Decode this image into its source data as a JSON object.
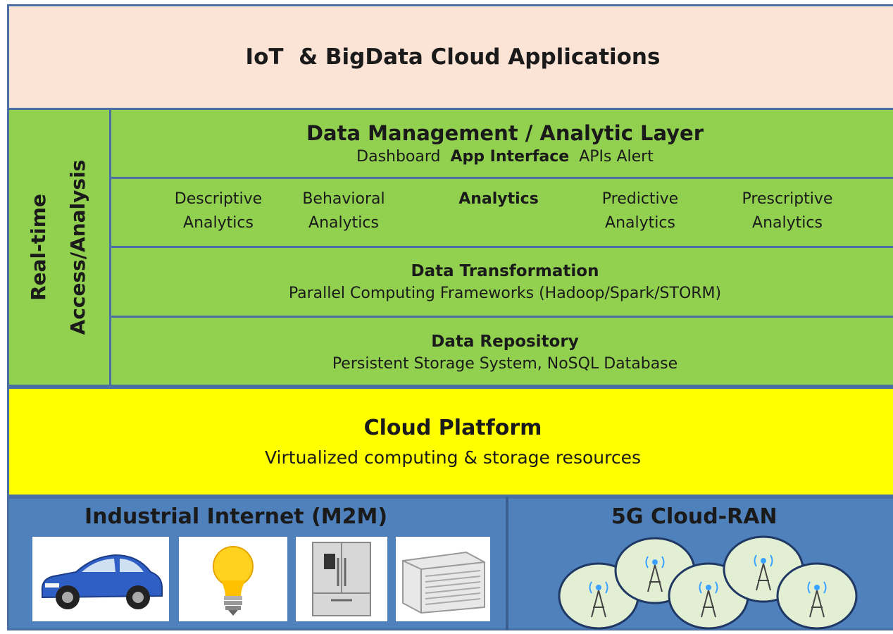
{
  "top": {
    "title": "IoT  & BigData Cloud Applications"
  },
  "side": {
    "line1": "Real-time",
    "line2": "Access/Analysis"
  },
  "management": {
    "title": "Data Management / Analytic Layer",
    "left": "Dashboard",
    "middle": "App Interface",
    "right": "APIs Alert"
  },
  "analytics": {
    "center": "Analytics",
    "items": [
      {
        "line1": "Descriptive",
        "line2": "Analytics"
      },
      {
        "line1": "Behavioral",
        "line2": "Analytics"
      },
      {
        "line1": "Predictive",
        "line2": "Analytics"
      },
      {
        "line1": "Prescriptive",
        "line2": "Analytics"
      }
    ]
  },
  "transformation": {
    "title": "Data Transformation",
    "subtitle": "Parallel Computing Frameworks (Hadoop/Spark/STORM)"
  },
  "repository": {
    "title": "Data Repository",
    "subtitle": "Persistent Storage System, NoSQL Database"
  },
  "cloud": {
    "title": "Cloud Platform",
    "subtitle": "Virtualized  computing & storage resources"
  },
  "industrial": {
    "title": "Industrial Internet (M2M)",
    "icons": [
      "car-icon",
      "light-bulb-icon",
      "refrigerator-icon",
      "air-conditioner-icon"
    ]
  },
  "ran": {
    "title": "5G Cloud-RAN",
    "icon": "cell-tower-icon"
  },
  "colors": {
    "top": "#fbe4d6",
    "green": "#92d050",
    "cloud": "#ffff00",
    "bottom": "#4f81bd",
    "border": "#4a6fa5"
  }
}
